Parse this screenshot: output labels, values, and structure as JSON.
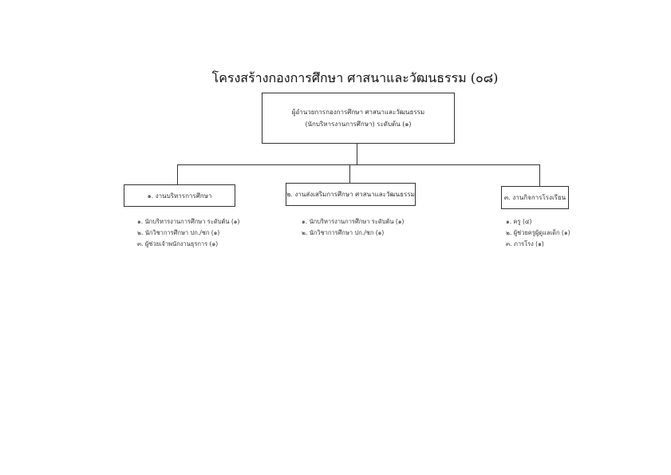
{
  "title": "โครงสร้างกองการศึกษา ศาสนาและวัฒนธรรม (๐๘)",
  "director": {
    "line1": "ผู้อำนวยการกองการศึกษา ศาสนาและวัฒนธรรม",
    "line2": "(นักบริหารงานการศึกษา) ระดับต้น (๑)"
  },
  "divisions": [
    {
      "label": "๑. งานบริหารการศึกษา",
      "positions": [
        "๑. นักบริหารงานการศึกษา  ระดับต้น (๑)",
        "๒. นักวิชาการศึกษา ปก./ชก (๑)",
        "๓. ผู้ช่วยเจ้าพนักงานธุรการ (๑)"
      ]
    },
    {
      "label": "๒. งานส่งเสริมการศึกษา ศาสนาและวัฒนธรรม",
      "positions": [
        "๑. นักบริหารงานการศึกษา  ระดับต้น (๑)",
        "๒. นักวิชาการศึกษา ปก./ชก (๑)"
      ]
    },
    {
      "label": "๓. งานกิจการโรงเรียน",
      "positions": [
        "๑. ครู  (๔)",
        "๒. ผู้ช่วยครูผู้ดูแลเด็ก (๑)",
        "๓. ภารโรง (๑)"
      ]
    }
  ]
}
